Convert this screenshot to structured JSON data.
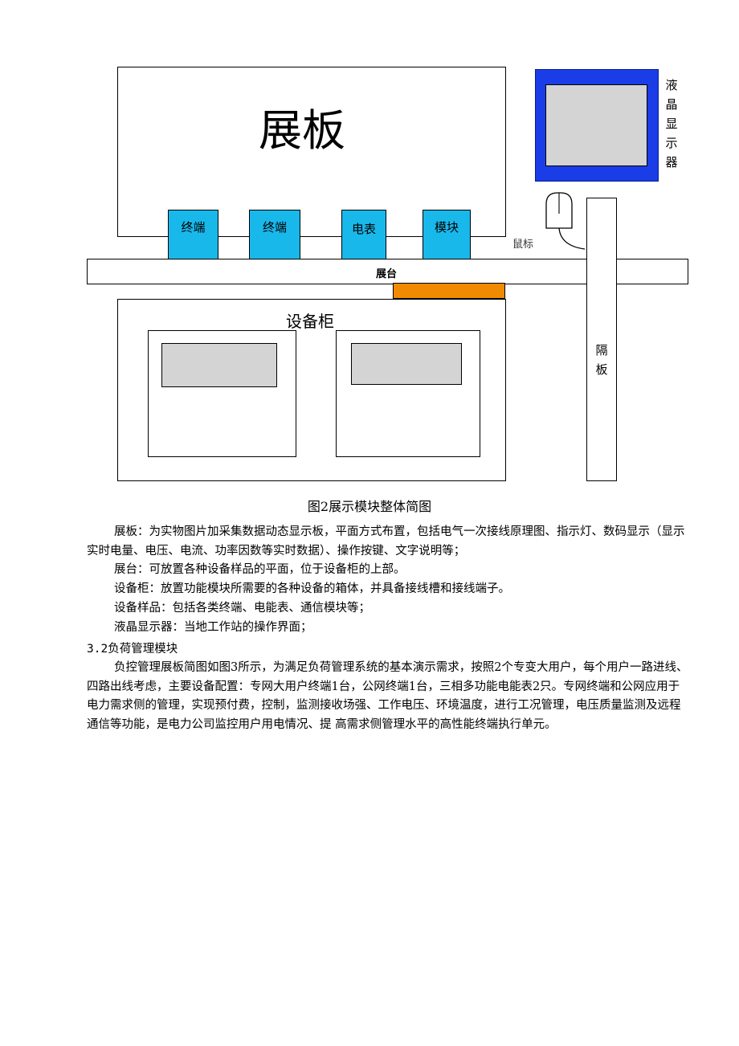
{
  "diagram": {
    "display_board": "展板",
    "terminal_1": "终端",
    "terminal_2": "终端",
    "meter": "电表",
    "module": "模块",
    "mouse": "鼠标",
    "platform": "展台",
    "cabinet": "设备柜",
    "lcd": "液晶显示器",
    "partition": "隔板",
    "colors": {
      "blue_frame": "#1a3de8",
      "cyan_device": "#19b8ea",
      "orange_slot": "#f08a00",
      "gray_screen": "#d4d4d4"
    }
  },
  "caption": "图2展示模块整体简图",
  "paragraphs": [
    "展板：为实物图片加采集数据动态显示板，平面方式布置，包括电气一次接线原理图、指示灯、数码显示（显示实时电量、电压、电流、功率因数等实时数据）、操作按键、文字说明等；",
    "展台：可放置各种设备样品的平面，位于设备柜的上部。",
    "设备柜：放置功能模块所需要的各种设备的箱体，并具备接线槽和接线端子。",
    "设备样品：包括各类终端、电能表、通信模块等；",
    "液晶显示器：当地工作站的操作界面；"
  ],
  "heading": "3.2负荷管理模块",
  "section_paragraph": "负控管理展板简图如图3所示，为满足负荷管理系统的基本演示需求，按照2个专变大用户，每个用户一路进线、四路出线考虑，主要设备配置：专网大用户终端1台，公网终端1台，三相多功能电能表2只。专网终端和公网应用于电力需求侧的管理，实现预付费，控制，监测接收场强、工作电压、环境温度，进行工况管理，电压质量监测及远程通信等功能，是电力公司监控用户用电情况、提 高需求侧管理水平的高性能终端执行单元。"
}
